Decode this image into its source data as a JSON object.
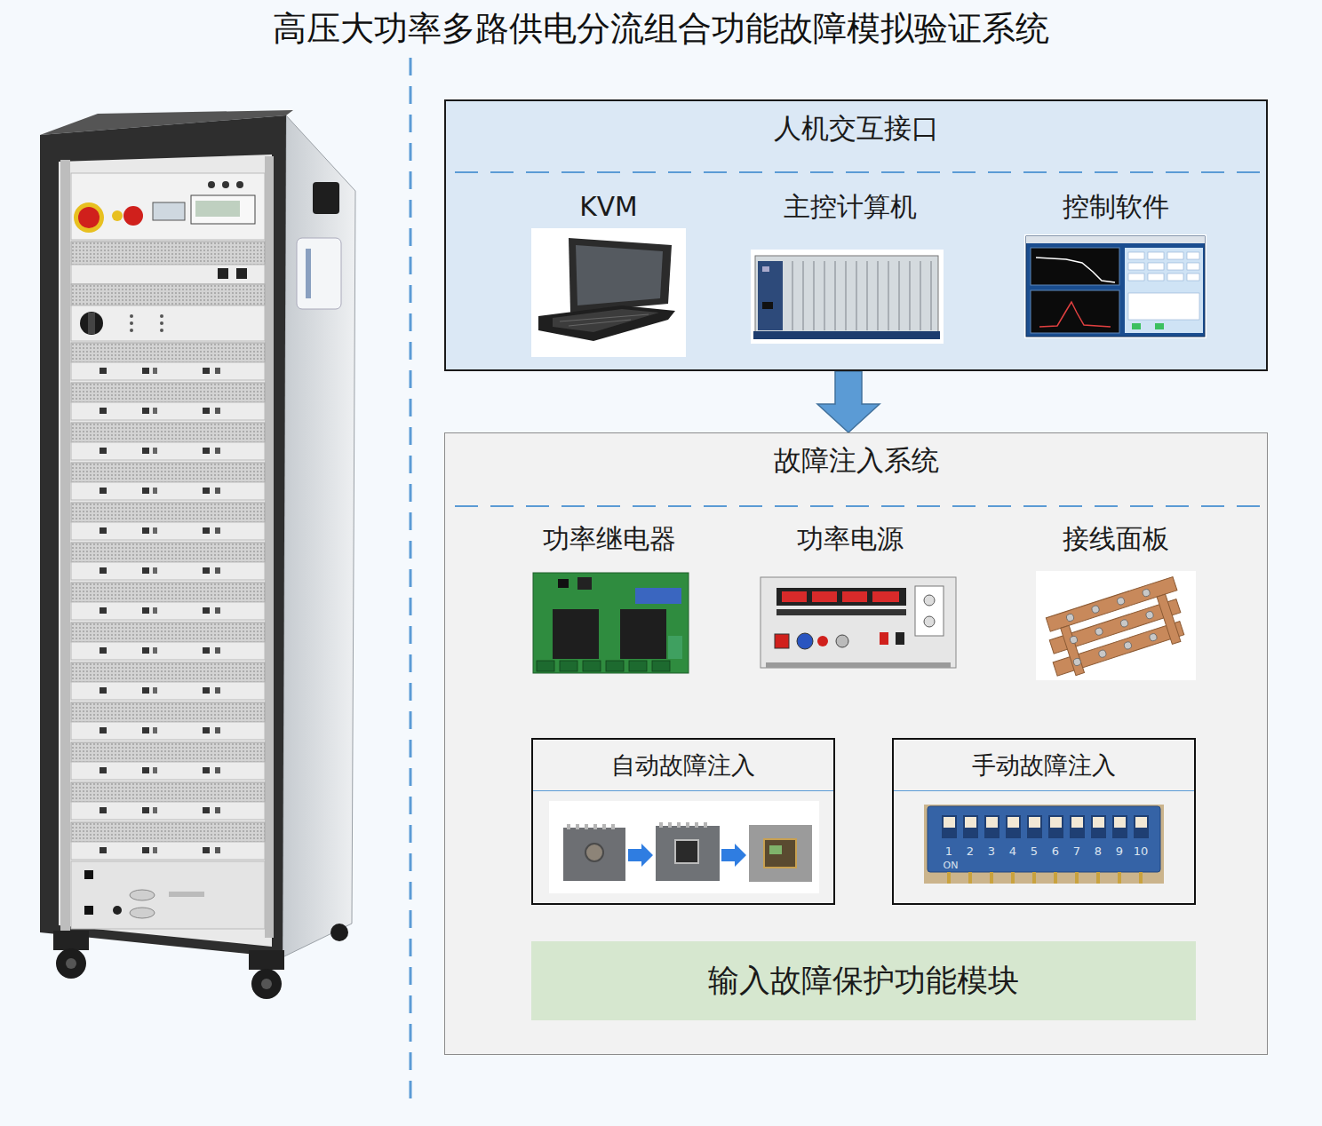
{
  "diagram": {
    "title": "高压大功率多路供电分流组合功能故障模拟验证系统",
    "nodes": [
      {
        "text": [
          "人机交互接口"
        ]
      },
      {
        "text": [
          "KVM"
        ],
        "in": 0
      },
      {
        "text": [
          "主控计算机"
        ],
        "in": 0
      },
      {
        "text": [
          "控制软件"
        ],
        "in": 0
      },
      {
        "text": [
          "故障注入系统"
        ]
      },
      {
        "text": [
          "功率继电器"
        ],
        "in": 4
      },
      {
        "text": [
          "功率电源"
        ],
        "in": 4
      },
      {
        "text": [
          "接线面板"
        ],
        "in": 4
      },
      {
        "text": [
          "自动故障注入"
        ],
        "in": 4
      },
      {
        "text": [
          "手动故障注入"
        ],
        "in": 4
      },
      {
        "text": [
          "输入故障保护功能模块"
        ],
        "in": 4
      }
    ],
    "edges": [
      {
        "from": 0,
        "to": 4,
        "arrow": "to"
      }
    ],
    "labels": [
      "1",
      "2",
      "3",
      "4",
      "5",
      "6",
      "7",
      "8",
      "9",
      "10",
      "ON"
    ]
  }
}
